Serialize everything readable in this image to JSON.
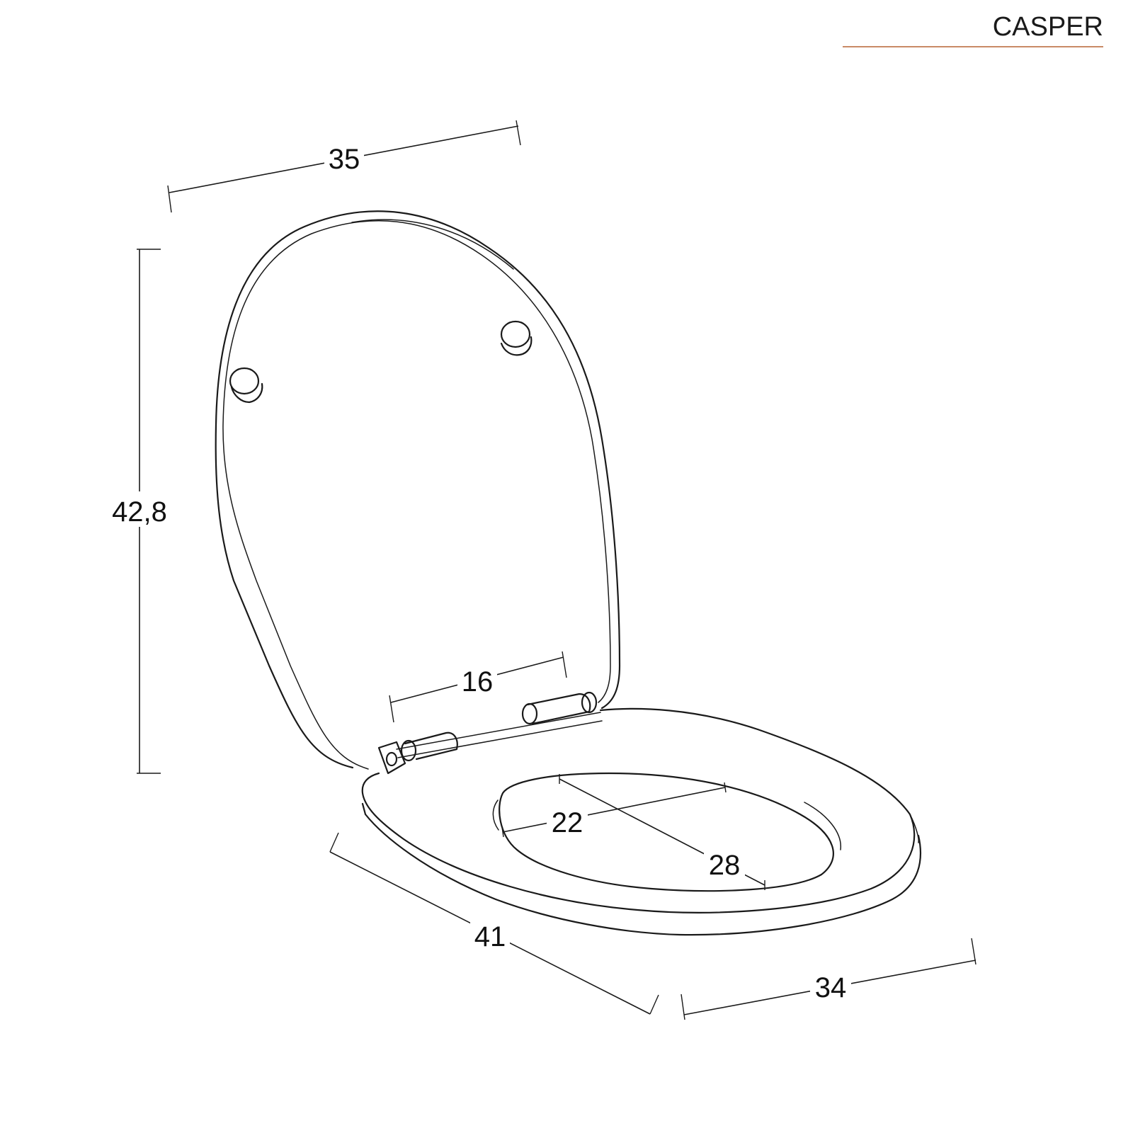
{
  "brand": {
    "name": "CASPER",
    "rule_color": "#c98a66"
  },
  "dimensions": {
    "lid_width": "35",
    "lid_height": "42,8",
    "hinge_span": "16",
    "opening_width": "22",
    "opening_length": "28",
    "seat_length": "41",
    "seat_width": "34"
  }
}
